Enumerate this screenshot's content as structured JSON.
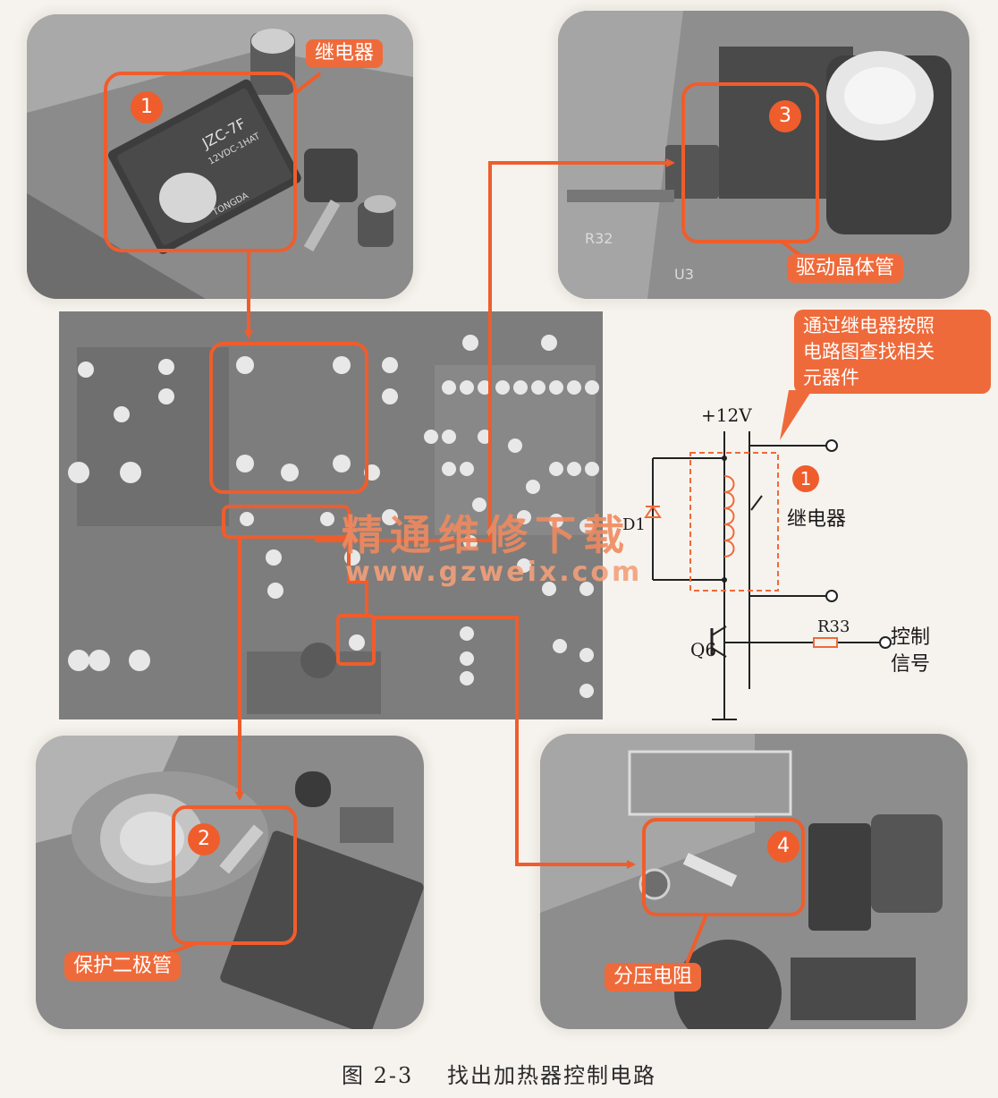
{
  "labels": {
    "relay": "继电器",
    "drive_transistor": "驱动晶体管",
    "protect_diode": "保护二极管",
    "divider_resistor": "分压电阻"
  },
  "markers": [
    "1",
    "2",
    "3",
    "4"
  ],
  "callout": {
    "line1": "通过继电器按照",
    "line2": "电路图查找相关",
    "line3": "元器件"
  },
  "schematic": {
    "supply": "+12V",
    "diode": "D1",
    "marker": "1",
    "relay_label": "继电器",
    "transistor": "Q6",
    "resistor": "R33",
    "control_line1": "控制",
    "control_line2": "信号"
  },
  "photo_text": {
    "relay_model": "JZC-7F",
    "relay_spec": "12VDC-1HAT",
    "relay_brand": "TONGDA"
  },
  "watermark": {
    "title": "精通维修下载",
    "url": "www.gzweix.com"
  },
  "caption": {
    "figure": "图 2-3",
    "text": "找出加热器控制电路"
  },
  "colors": {
    "accent": "#ef6a3a",
    "board": "#7e7e7e",
    "schematic_line": "#222222"
  }
}
